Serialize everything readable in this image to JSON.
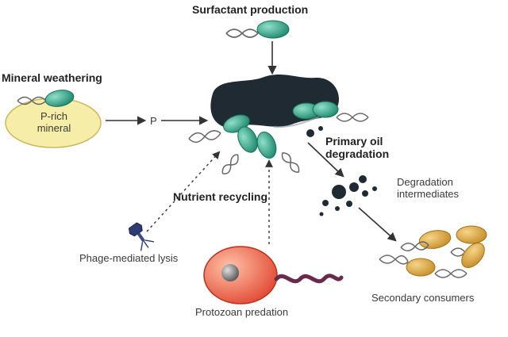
{
  "labels": {
    "surfactant_production": "Surfactant production",
    "mineral_weathering": "Mineral weathering",
    "p_rich_line1": "P-rich",
    "p_rich_line2": "mineral",
    "p": "P",
    "primary_oil_line1": "Primary oil",
    "primary_oil_line2": "degradation",
    "degradation_line1": "Degradation",
    "degradation_line2": "intermediates",
    "nutrient_recycling": "Nutrient  recycling",
    "phage_lysis": "Phage-mediated lysis",
    "protozoan_predation": "Protozoan predation",
    "secondary_consumers": "Secondary consumers"
  },
  "colors": {
    "bacterium_teal": "#3aa88c",
    "bacterium_amber": "#dba63a",
    "oil": "#1f2a33",
    "mineral": "#f6eea8",
    "protozoan": "#e9553f",
    "flagellum": "#6a2a4c",
    "arrow": "#333333"
  }
}
